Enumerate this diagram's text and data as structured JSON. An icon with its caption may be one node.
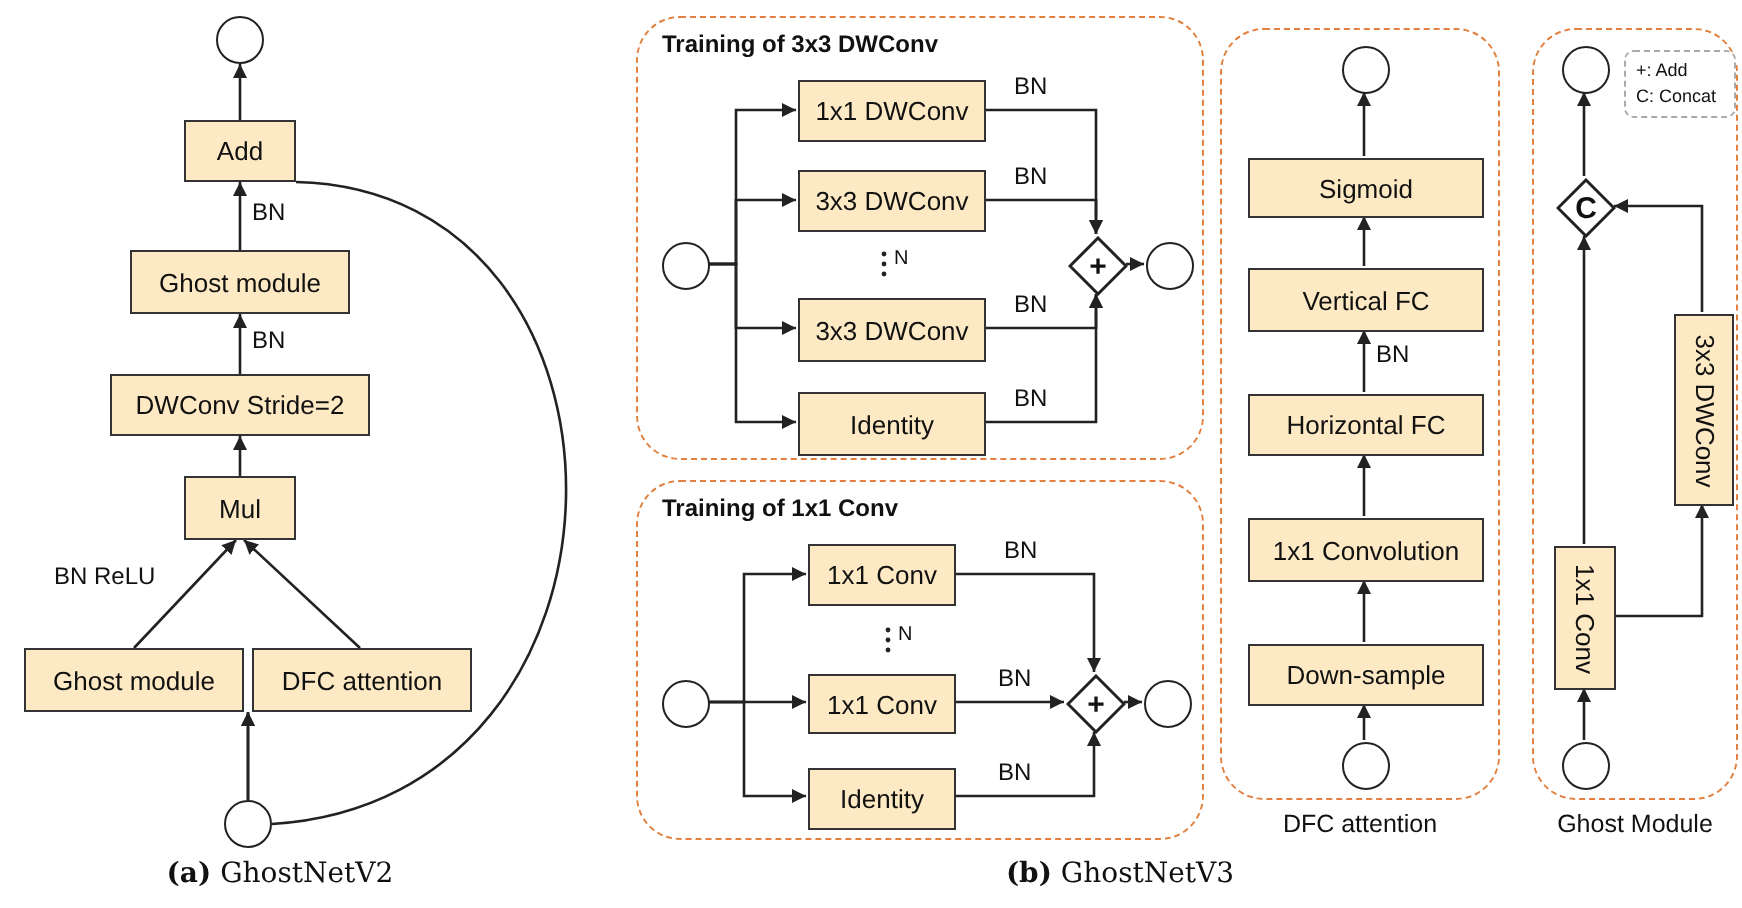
{
  "diagram": {
    "nodes": [
      {
        "text": [],
        "shape": "circle"
      },
      {
        "text": [
          "Add"
        ]
      },
      {
        "text": [
          "Ghost module"
        ]
      },
      {
        "text": [
          "DWConv Stride=2"
        ]
      },
      {
        "text": [
          "Mul"
        ]
      },
      {
        "text": [
          "Ghost module"
        ]
      },
      {
        "text": [
          "DFC attention"
        ]
      },
      {
        "text": [],
        "shape": "circle"
      },
      {
        "text": [
          "Training of 3x3 DWConv"
        ]
      },
      {
        "text": [],
        "shape": "circle",
        "in": 8
      },
      {
        "text": [
          "1x1 DWConv"
        ],
        "in": 8
      },
      {
        "text": [
          "3x3 DWConv"
        ],
        "in": 8
      },
      {
        "text": [
          "3x3 DWConv"
        ],
        "in": 8
      },
      {
        "text": [
          "Identity"
        ],
        "in": 8
      },
      {
        "text": [
          "+"
        ],
        "in": 8
      },
      {
        "text": [],
        "shape": "circle",
        "in": 8
      },
      {
        "text": [
          "Training of 1x1 Conv"
        ]
      },
      {
        "text": [],
        "shape": "circle",
        "in": 16
      },
      {
        "text": [
          "1x1 Conv"
        ],
        "in": 16
      },
      {
        "text": [
          "1x1 Conv"
        ],
        "in": 16
      },
      {
        "text": [
          "Identity"
        ],
        "in": 16
      },
      {
        "text": [
          "+"
        ],
        "in": 16
      },
      {
        "text": [],
        "shape": "circle",
        "in": 16
      },
      {
        "text": [
          "DFC attention"
        ]
      },
      {
        "text": [],
        "shape": "circle",
        "in": 23
      },
      {
        "text": [
          "Sigmoid"
        ],
        "in": 23
      },
      {
        "text": [
          "Vertical FC"
        ],
        "in": 23
      },
      {
        "text": [
          "Horizontal FC"
        ],
        "in": 23
      },
      {
        "text": [
          "1x1 Convolution"
        ],
        "in": 23
      },
      {
        "text": [
          "Down-sample"
        ],
        "in": 23
      },
      {
        "text": [],
        "shape": "circle",
        "in": 23
      },
      {
        "text": [
          "Ghost Module"
        ]
      },
      {
        "text": [
          "+: Add",
          "C: Concat"
        ],
        "in": 31
      },
      {
        "text": [],
        "shape": "circle",
        "in": 31
      },
      {
        "text": [
          "C"
        ],
        "in": 31
      },
      {
        "text": [
          "1x1 Conv"
        ],
        "in": 31
      },
      {
        "text": [
          "3x3 DWConv"
        ],
        "in": 31
      },
      {
        "text": [],
        "shape": "circle",
        "in": 31
      }
    ],
    "edges": [
      {
        "from": 7,
        "to": 5,
        "arrow": "to"
      },
      {
        "from": 7,
        "to": 6,
        "arrow": "to"
      },
      {
        "from": 5,
        "to": 4,
        "arrow": "to",
        "label": "BN ReLU"
      },
      {
        "from": 6,
        "to": 4,
        "arrow": "to"
      },
      {
        "from": 4,
        "to": 3,
        "arrow": "to"
      },
      {
        "from": 3,
        "to": 2,
        "arrow": "to",
        "label": "BN"
      },
      {
        "from": 2,
        "to": 1,
        "arrow": "to",
        "label": "BN"
      },
      {
        "from": 7,
        "to": 1,
        "arrow": "none"
      },
      {
        "from": 1,
        "to": 0,
        "arrow": "to"
      },
      {
        "from": 9,
        "to": 10,
        "arrow": "to"
      },
      {
        "from": 9,
        "to": 11,
        "arrow": "to"
      },
      {
        "from": 9,
        "to": 12,
        "arrow": "to"
      },
      {
        "from": 9,
        "to": 13,
        "arrow": "to"
      },
      {
        "from": 10,
        "to": 14,
        "arrow": "to",
        "label": "BN"
      },
      {
        "from": 11,
        "to": 14,
        "arrow": "to",
        "label": "BN"
      },
      {
        "from": 12,
        "to": 14,
        "arrow": "to",
        "label": "BN"
      },
      {
        "from": 13,
        "to": 14,
        "arrow": "to",
        "label": "BN"
      },
      {
        "from": 14,
        "to": 15,
        "arrow": "to"
      },
      {
        "from": 17,
        "to": 18,
        "arrow": "to"
      },
      {
        "from": 17,
        "to": 19,
        "arrow": "to"
      },
      {
        "from": 17,
        "to": 20,
        "arrow": "to"
      },
      {
        "from": 18,
        "to": 21,
        "arrow": "to",
        "label": "BN"
      },
      {
        "from": 19,
        "to": 21,
        "arrow": "to",
        "label": "BN"
      },
      {
        "from": 20,
        "to": 21,
        "arrow": "to",
        "label": "BN"
      },
      {
        "from": 21,
        "to": 22,
        "arrow": "to"
      },
      {
        "from": 30,
        "to": 29,
        "arrow": "to"
      },
      {
        "from": 29,
        "to": 28,
        "arrow": "to"
      },
      {
        "from": 28,
        "to": 27,
        "arrow": "to"
      },
      {
        "from": 27,
        "to": 26,
        "arrow": "to",
        "label": "BN"
      },
      {
        "from": 26,
        "to": 25,
        "arrow": "to"
      },
      {
        "from": 25,
        "to": 24,
        "arrow": "to"
      },
      {
        "from": 37,
        "to": 35,
        "arrow": "to"
      },
      {
        "from": 35,
        "to": 34,
        "arrow": "to"
      },
      {
        "from": 35,
        "to": 36,
        "arrow": "to"
      },
      {
        "from": 36,
        "to": 34,
        "arrow": "to"
      },
      {
        "from": 34,
        "to": 33,
        "arrow": "to"
      }
    ],
    "labels": [
      "N",
      "N",
      "**(a)** GhostNetV2",
      "**(b)** GhostNetV3"
    ]
  }
}
